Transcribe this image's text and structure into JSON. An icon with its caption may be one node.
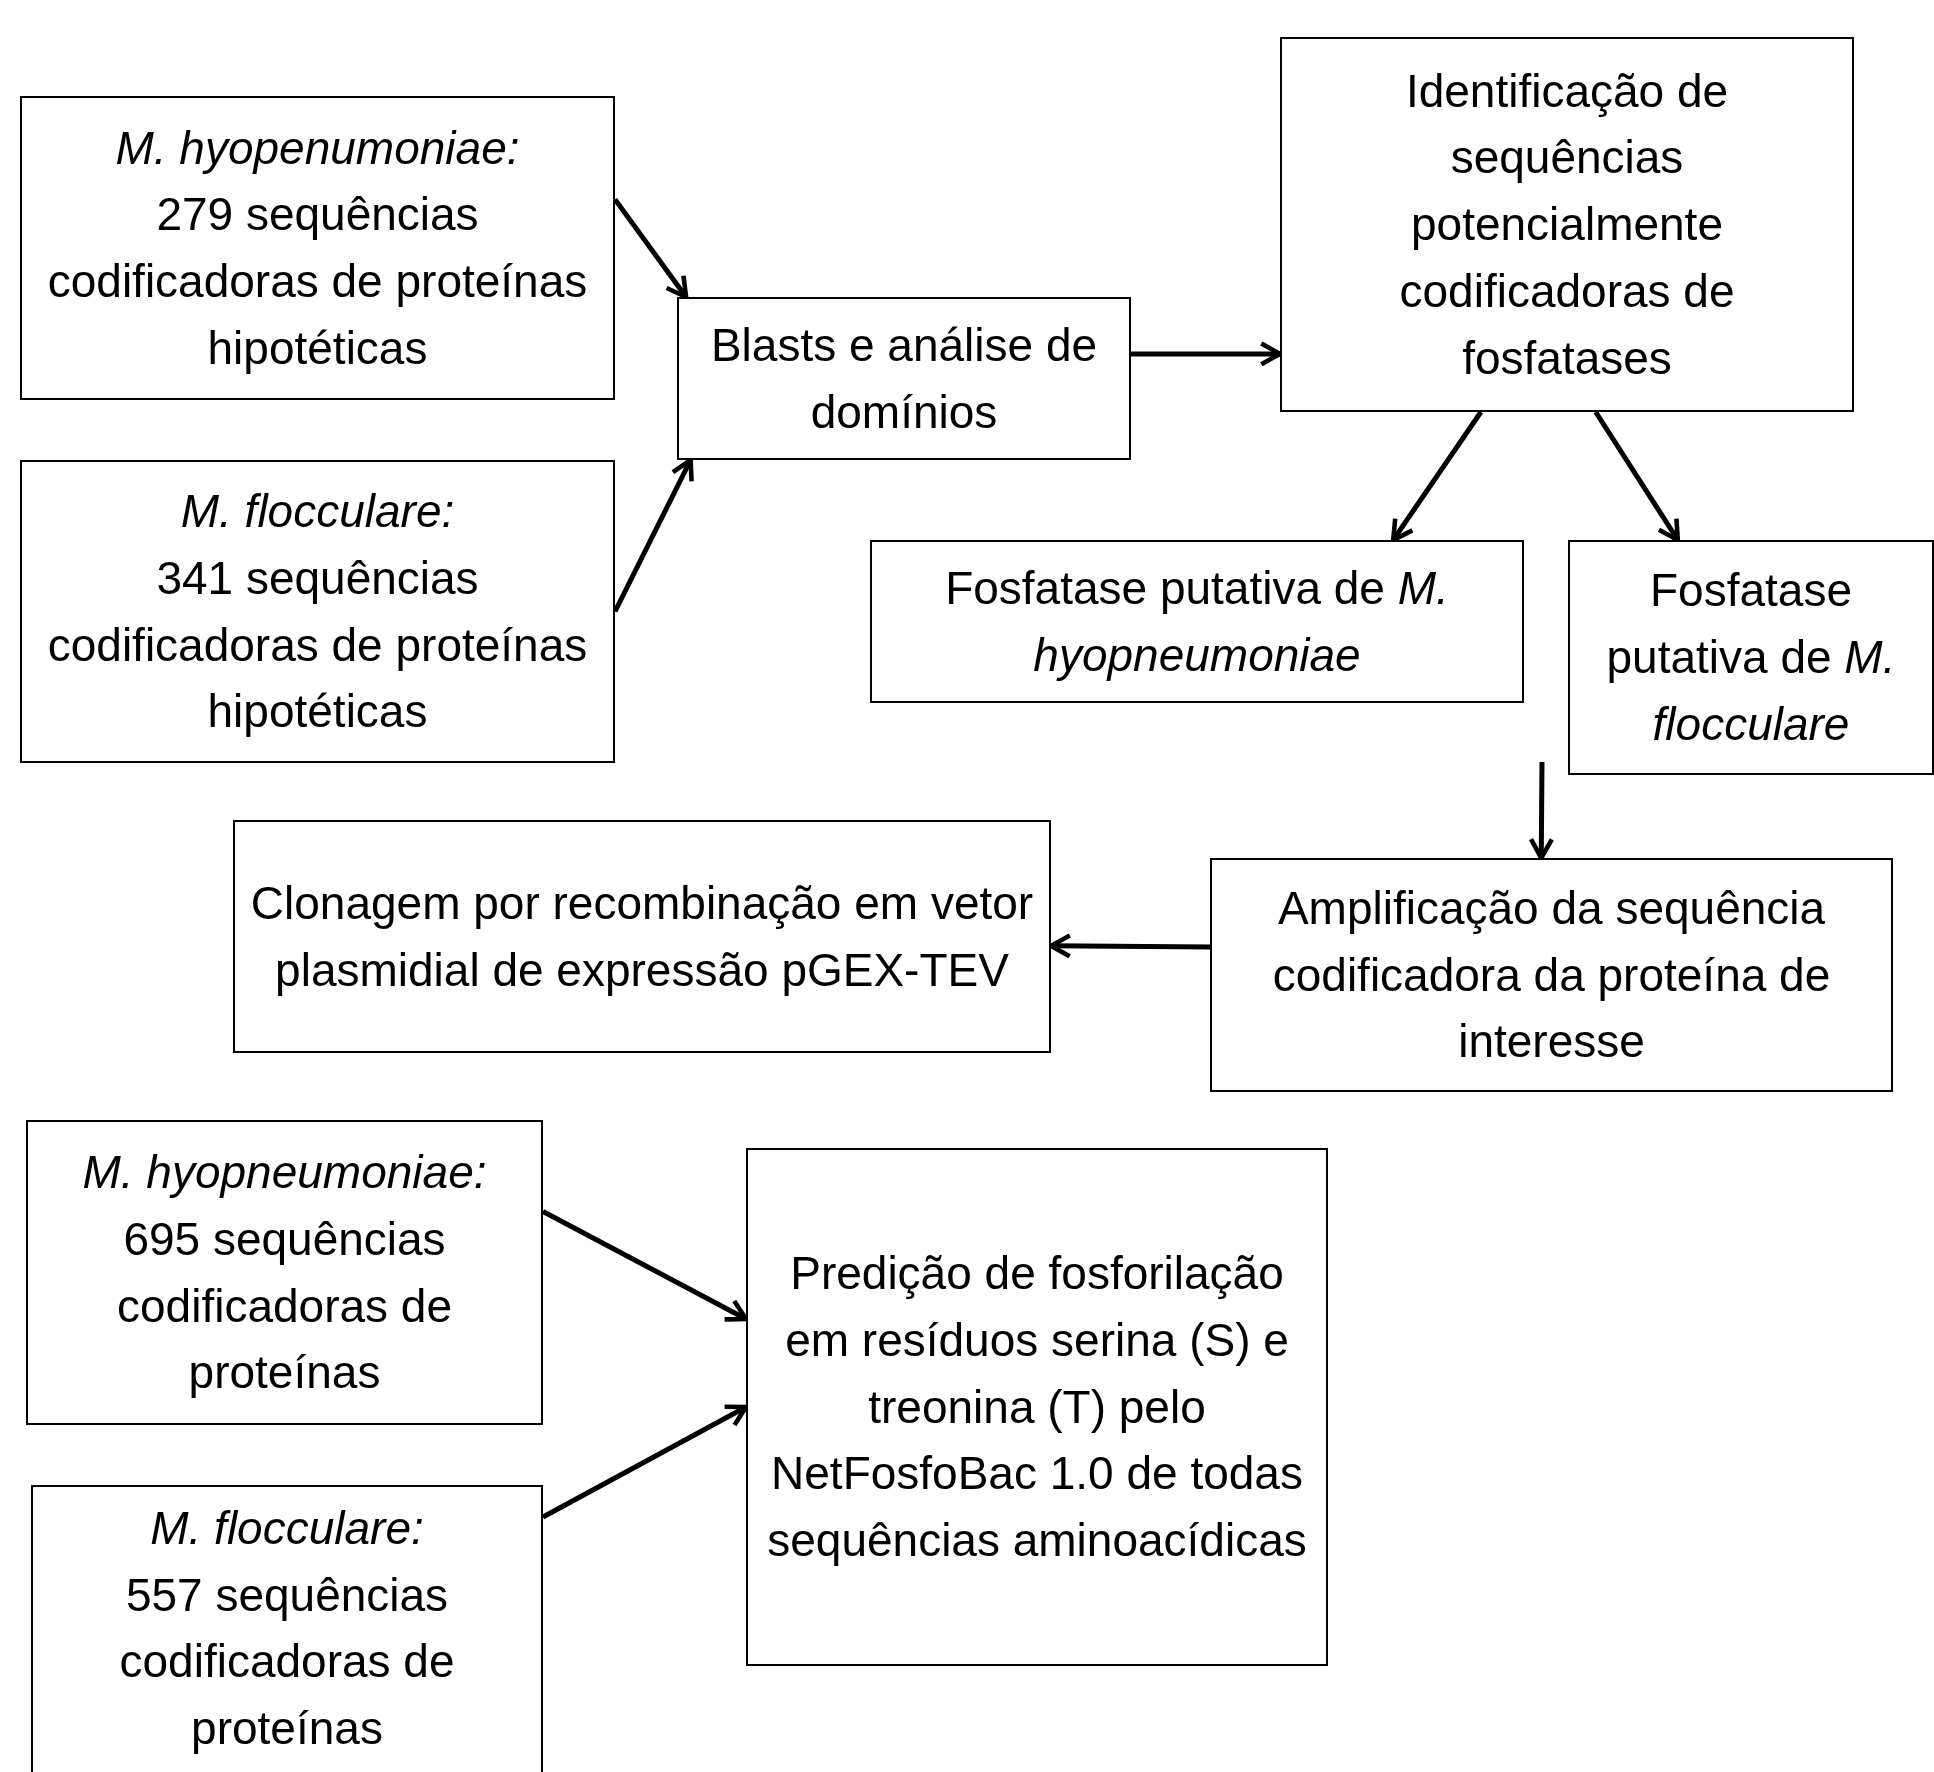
{
  "diagram": {
    "nodes": [
      {
        "text": [
          "M. hyopenumoniae:",
          "279 sequências codificadoras de proteínas hipotéticas"
        ]
      },
      {
        "text": [
          "M. flocculare:",
          "341 sequências codificadoras de proteínas hipotéticas"
        ]
      },
      {
        "text": [
          "Blasts e análise de domínios"
        ]
      },
      {
        "text": [
          "Identificação de sequências potencialmente codificadoras de fosfatases"
        ]
      },
      {
        "text": [
          "Fosfatase putativa de *M. hyopneumoniae*"
        ]
      },
      {
        "text": [
          "Fosfatase putativa de *M. flocculare*"
        ]
      },
      {
        "text": [
          "Clonagem por recombinação em vetor plasmidial de expressão pGEX-TEV"
        ]
      },
      {
        "text": [
          "Amplificação da sequência codificadora da proteína de interesse"
        ]
      },
      {
        "text": [
          "M. hyopneumoniae:",
          "695 sequências codificadoras de proteínas"
        ]
      },
      {
        "text": [
          "M. flocculare:",
          "557 sequências codificadoras de proteínas"
        ]
      },
      {
        "text": [
          "Predição de fosforilação em resíduos serina (S) e treonina (T) pelo NetFosfoBac 1.0 de todas sequências aminoacídicas"
        ]
      }
    ],
    "edges": [
      {
        "from": 0,
        "to": 2,
        "arrow": "to"
      },
      {
        "from": 1,
        "to": 2,
        "arrow": "to"
      },
      {
        "from": 2,
        "to": 3,
        "arrow": "to"
      },
      {
        "from": 3,
        "to": 4,
        "arrow": "to"
      },
      {
        "from": 3,
        "to": 5,
        "arrow": "to"
      },
      {
        "from": null,
        "to": 7,
        "arrow": "to"
      },
      {
        "from": 7,
        "to": 6,
        "arrow": "to"
      },
      {
        "from": 8,
        "to": 10,
        "arrow": "to"
      },
      {
        "from": 9,
        "to": 10,
        "arrow": "to"
      }
    ]
  }
}
